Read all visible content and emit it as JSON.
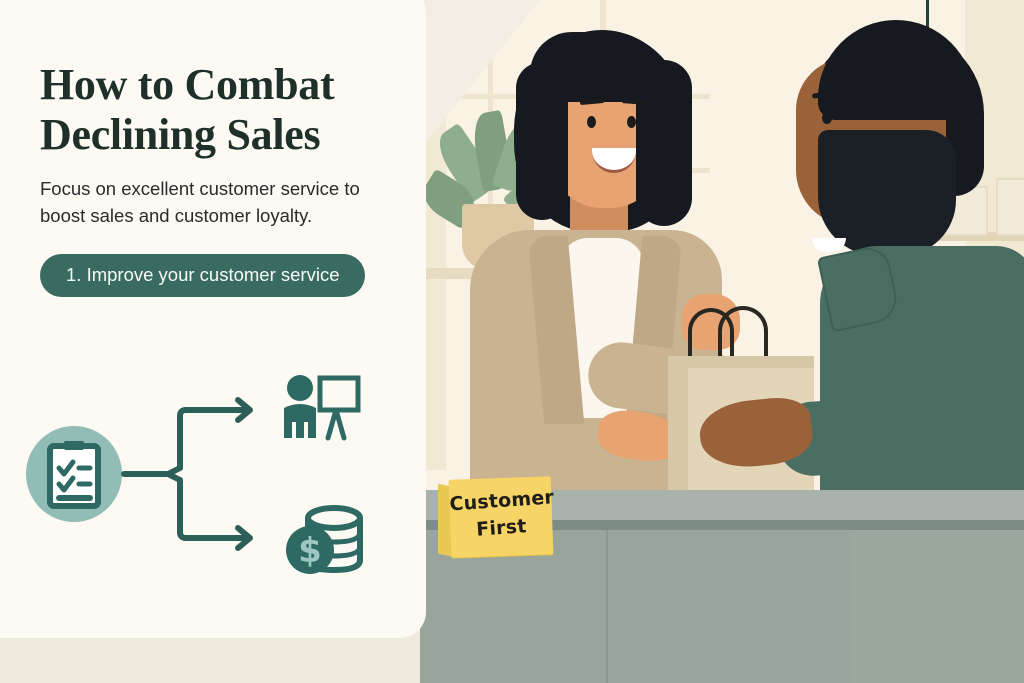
{
  "card": {
    "title_line1": "How to Combat",
    "title_line2": "Declining Sales",
    "subtitle": "Focus on excellent customer service to boost sales and customer loyalty.",
    "step_pill": "1. Improve your customer service"
  },
  "diagram": {
    "source_icon": "checklist-clipboard-icon",
    "branch_top_icon": "training-presentation-icon",
    "branch_bottom_icon": "money-coins-icon",
    "connector": "branching-arrow-connector",
    "circle_fill": "#92BDB6",
    "icon_color": "#2E6A63"
  },
  "scene": {
    "sign_line1": "Customer",
    "sign_line2": "First",
    "sign_color": "#F6D566",
    "clerk": "shop-clerk-handing-bag",
    "customer": "customer-receiving-bag",
    "bag": "kraft-shopping-bag",
    "plant": "potted-plant",
    "lamp": "pendant-lamp",
    "counter": "shop-counter"
  },
  "colors": {
    "background": "#F0EADE",
    "card": "#FCFAF3",
    "accent_teal": "#3A6B61",
    "title": "#1E3029",
    "body_text": "#2B2B2B",
    "wall": "#FAF3E5",
    "counter": "#98A49C",
    "customer_shirt": "#4A6F62",
    "clerk_jacket": "#C9B391"
  }
}
